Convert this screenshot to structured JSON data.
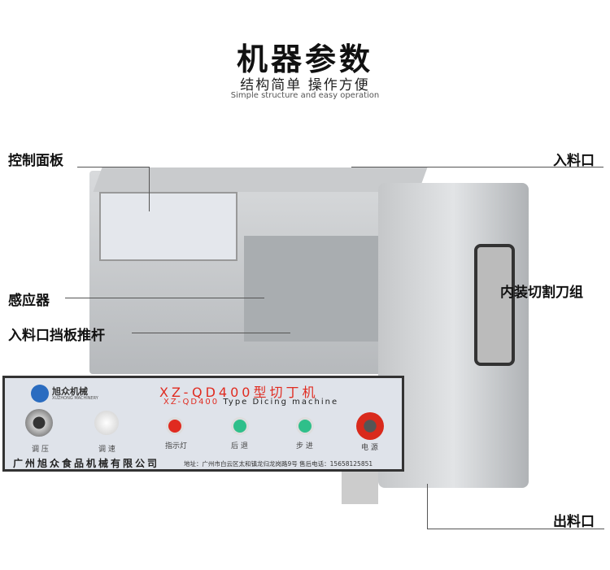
{
  "header": {
    "title": "机器参数",
    "subtitle": "结构简单 操作方便",
    "subtitle_en": "Simple structure and easy operation"
  },
  "callouts": {
    "control_panel": "控制面板",
    "sensor": "感应器",
    "feed_push_rod": "入料口挡板推杆",
    "inlet": "入料口",
    "blade_group": "内装切割刀组",
    "outlet": "出料口"
  },
  "panel": {
    "brand": "旭众机械",
    "brand_en": "XUZHONG MACHINERY",
    "model": "XZ-QD400型切丁机",
    "model_en_prefix": "XZ-QD400",
    "model_en": "Type Dicing machine",
    "knob1": "调 压",
    "knob2": "调 速",
    "indicator": "指示灯",
    "reverse": "后 退",
    "step": "步 进",
    "power": "电 源",
    "company": "广州旭众食品机械有限公司",
    "address": "地址：广州市白云区太和镇龙归龙岗路9号 售后电话：15658125851"
  },
  "colors": {
    "indicator": "#e02b20",
    "green_button": "#2fbf8a",
    "power": "#d92a1c",
    "panel": "#dfe3ea"
  }
}
